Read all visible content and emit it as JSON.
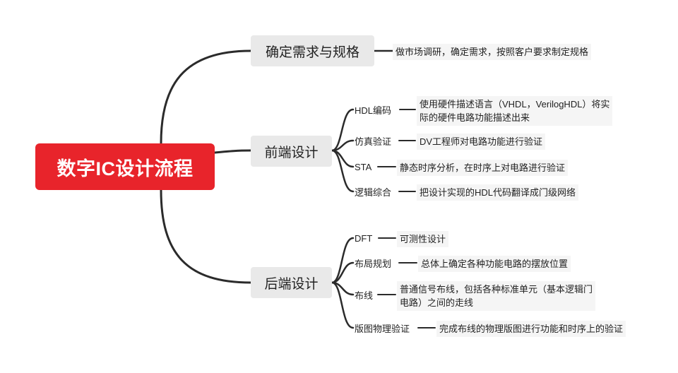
{
  "root": {
    "label": "数字IC设计流程"
  },
  "branches": [
    {
      "label": "确定需求与规格",
      "leaf": "做市场调研，确定需求，按照客户要求制定规格",
      "children": []
    },
    {
      "label": "前端设计",
      "children": [
        {
          "label": "HDL编码",
          "desc": [
            "使用硬件描述语言（VHDL，VerilogHDL）将实",
            "际的硬件电路功能描述出来"
          ]
        },
        {
          "label": "仿真验证",
          "desc": [
            "DV工程师对电路功能进行验证"
          ]
        },
        {
          "label": "STA",
          "desc": [
            "静态时序分析，在时序上对电路进行验证"
          ]
        },
        {
          "label": "逻辑综合",
          "desc": [
            "把设计实现的HDL代码翻译成门级网络"
          ]
        }
      ]
    },
    {
      "label": "后端设计",
      "children": [
        {
          "label": "DFT",
          "desc": [
            "可测性设计"
          ]
        },
        {
          "label": "布局规划",
          "desc": [
            "总体上确定各种功能电路的摆放位置"
          ]
        },
        {
          "label": "布线",
          "desc": [
            "普通信号布线，包括各种标准单元（基本逻辑门",
            "电路）之间的走线"
          ]
        },
        {
          "label": "版图物理验证",
          "desc": [
            "完成布线的物理版图进行功能和时序上的验证"
          ]
        }
      ]
    }
  ],
  "colors": {
    "root": "#e8242b",
    "branch_box": "#e9e9e9",
    "leaf_box": "#f5f5f5",
    "line": "#2b2b2b"
  }
}
